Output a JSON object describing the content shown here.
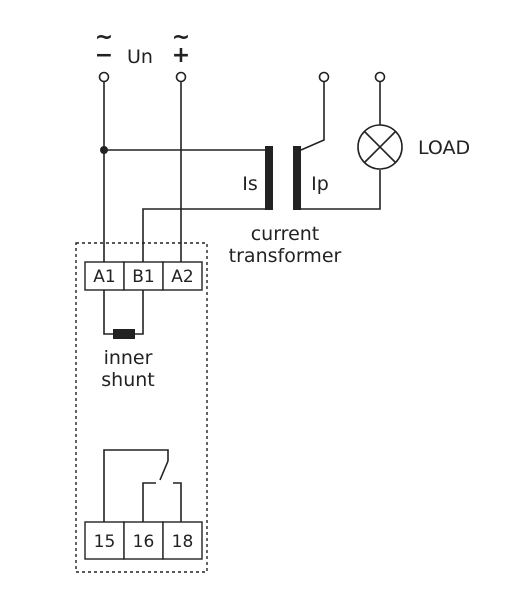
{
  "supply": {
    "minus_tilde": "~",
    "minus_sign": "−",
    "voltage_label": "Un",
    "plus_tilde": "~",
    "plus_sign": "+"
  },
  "transformer": {
    "secondary_label": "Is",
    "primary_label": "Ip",
    "caption_line1": "current",
    "caption_line2": "transformer"
  },
  "load": {
    "label": "LOAD"
  },
  "terminals_top": [
    "A1",
    "B1",
    "A2"
  ],
  "shunt": {
    "line1": "inner",
    "line2": "shunt"
  },
  "terminals_bottom": [
    "15",
    "16",
    "18"
  ]
}
